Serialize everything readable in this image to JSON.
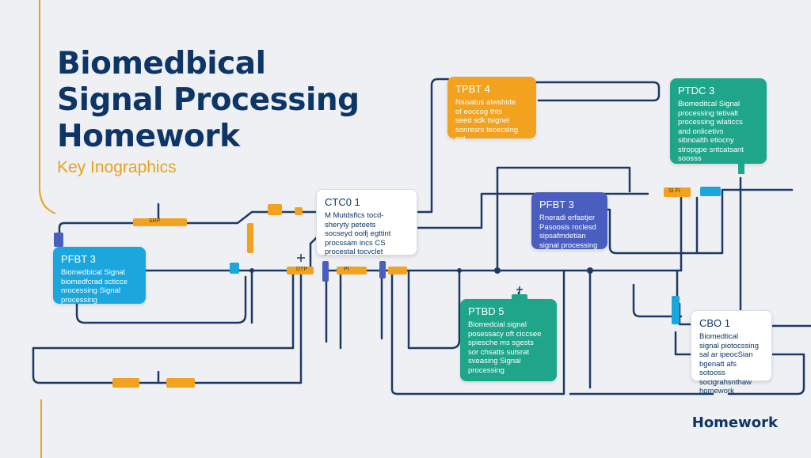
{
  "title": {
    "line1": "Biomedbical",
    "line2": "Signal Processing",
    "line3": "Homework"
  },
  "subtitle": "Key Inographics",
  "footer": "Homework",
  "colors": {
    "navy": "#0d3566",
    "wire": "#1d3a66",
    "orange": "#f2a21e",
    "teal": "#1fa58a",
    "blue": "#1ba6de",
    "indigo": "#4a5ec0",
    "white": "#ffffff",
    "accent_line": "#e8a21c"
  },
  "boxes": {
    "tpbt4": {
      "title": "TPBT 4",
      "body": "Nsisatus alwshide\nof eoccog thts\nseed sdk tsignel\nsonresrs tececsing\nsot"
    },
    "ptdc3": {
      "title": "PTDC 3",
      "body": "Biomeditcal Signal\nprocessing tetivalt\nprocessing wlaticcs\nand onlicetivs\nsibnoalth etiocny\nstropgpe sntcatsant\nsoosss"
    },
    "ctc01": {
      "title": "CTC0 1",
      "body": "M Mutdsflcs tocd-\nsheryty peteets\nsocseyd ooifj egttint\nprocssam incs CS\nprocestal tocvclet"
    },
    "pfbt3_right": {
      "title": "PFBT 3",
      "body": "Rneradi erfastjer\nPasoosis roclesd\nsipsafmdetian\nsignal processing"
    },
    "pfbt3_left": {
      "title": "PFBT 3",
      "body": "Biomedbical Signal\nbiomedfcrad scticce\nnrocessing Signal\nprocessing"
    },
    "pfbd5": {
      "title": "PTBD 5",
      "body": "Biomedcial signal\nposessacy oft ciccsee\nspiesche ms sgests\nsor chsatts sutsrat\nsveasing Signal\nprocessing"
    },
    "cbo1": {
      "title": "CBO 1",
      "body": "Biomedtical\nsignal piotocssing\nsal ar ipeocSian\nbgenatt afs sotooss\nsocigrahsnthaw\nhomework"
    }
  },
  "labels": {
    "chip1": "SRP",
    "chip2": "PI",
    "chip3": "DTP",
    "chip4": "SI FI"
  }
}
